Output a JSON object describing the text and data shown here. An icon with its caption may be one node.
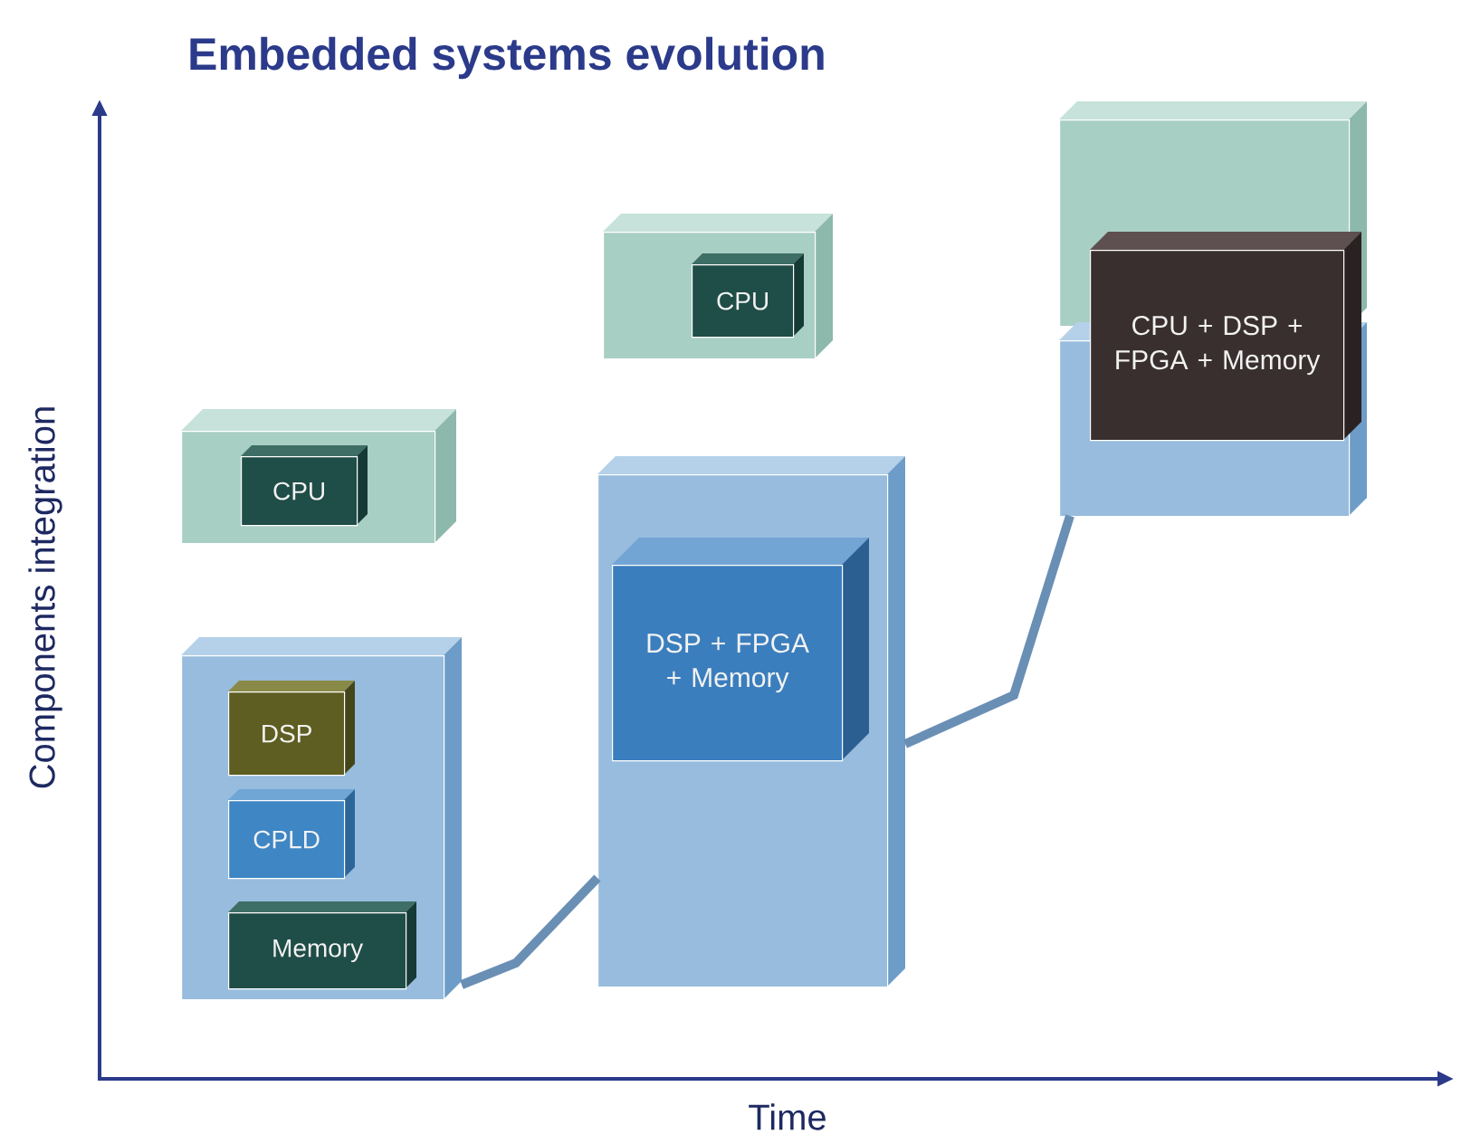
{
  "diagram": {
    "title": "Embedded systems evolution",
    "nodes": [
      {
        "text": [],
        "shape": "box"
      },
      {
        "text": [
          "CPU"
        ],
        "in": 0
      },
      {
        "text": [],
        "shape": "box"
      },
      {
        "text": [
          "DSP"
        ],
        "in": 2
      },
      {
        "text": [
          "CPLD"
        ],
        "in": 2
      },
      {
        "text": [
          "Memory"
        ],
        "in": 2
      },
      {
        "text": [],
        "shape": "box"
      },
      {
        "text": [
          "CPU"
        ],
        "in": 6
      },
      {
        "text": [],
        "shape": "box"
      },
      {
        "text": [
          "DSP + FPGA + Memory"
        ],
        "in": 8
      },
      {
        "text": [],
        "shape": "box"
      },
      {
        "text": [],
        "shape": "box"
      },
      {
        "text": [
          "CPU + DSP + FPGA + Memory"
        ]
      }
    ],
    "edges": [
      {
        "from": 2,
        "to": 8,
        "arrow": "none"
      },
      {
        "from": 8,
        "to": 11,
        "arrow": "none"
      }
    ],
    "labels": [
      "Components integration",
      "Time"
    ]
  }
}
